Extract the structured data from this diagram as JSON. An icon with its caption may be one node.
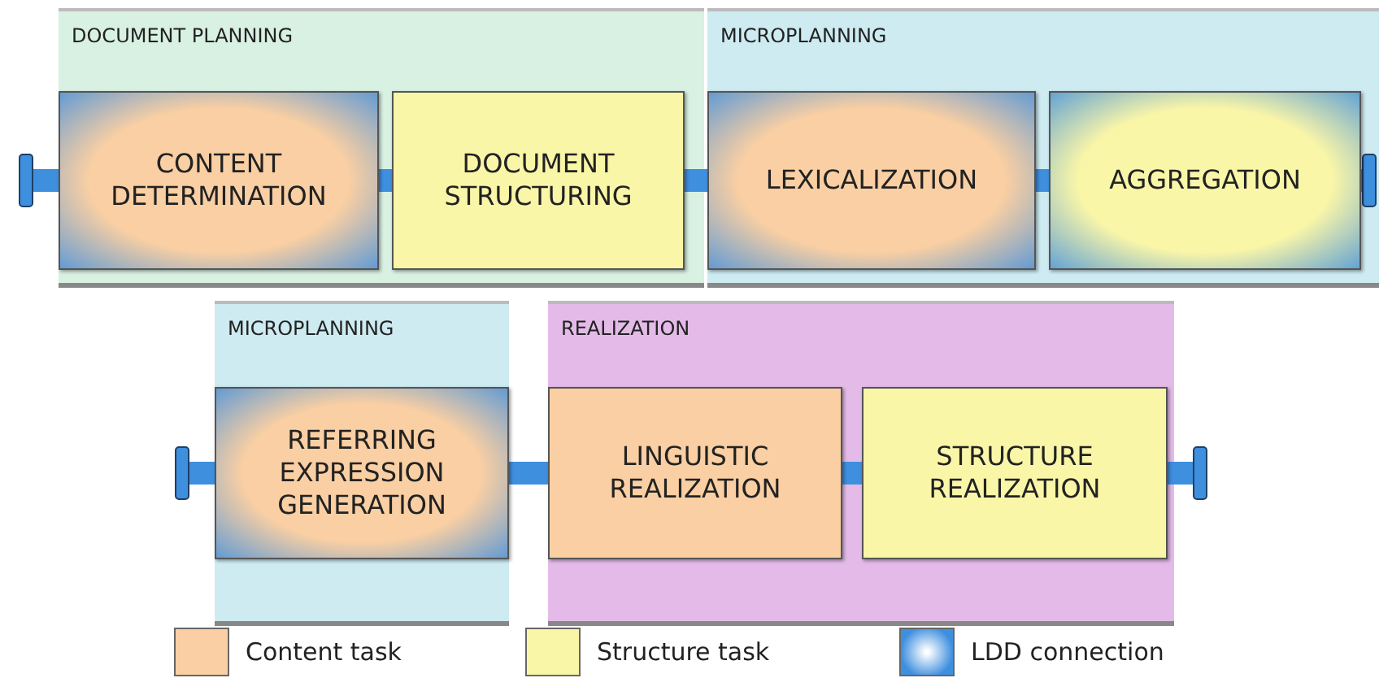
{
  "diagram": {
    "nodes": [
      {
        "text": [
          "DOCUMENT PLANNING"
        ]
      },
      {
        "text": [
          "CONTENT DETERMINATION"
        ],
        "in": 0
      },
      {
        "text": [
          "DOCUMENT STRUCTURING"
        ],
        "in": 0
      },
      {
        "text": [
          "MICROPLANNING"
        ]
      },
      {
        "text": [
          "LEXICALIZATION"
        ],
        "in": 3
      },
      {
        "text": [
          "AGGREGATION"
        ],
        "in": 3
      },
      {
        "text": [
          "MICROPLANNING"
        ]
      },
      {
        "text": [
          "REFERRING EXPRESSION GENERATION"
        ],
        "in": 6
      },
      {
        "text": [
          "REALIZATION"
        ]
      },
      {
        "text": [
          "LINGUISTIC REALIZATION"
        ],
        "in": 8
      },
      {
        "text": [
          "STRUCTURE REALIZATION"
        ],
        "in": 8
      }
    ],
    "edges": [
      {
        "from": null,
        "to": 1,
        "arrow": "other"
      },
      {
        "from": 1,
        "to": 2,
        "arrow": "none"
      },
      {
        "from": 2,
        "to": 4,
        "arrow": "none"
      },
      {
        "from": 4,
        "to": 5,
        "arrow": "none"
      },
      {
        "from": 5,
        "to": null,
        "arrow": "other"
      },
      {
        "from": null,
        "to": 7,
        "arrow": "other"
      },
      {
        "from": 7,
        "to": 9,
        "arrow": "none"
      },
      {
        "from": 9,
        "to": 10,
        "arrow": "none"
      },
      {
        "from": 10,
        "to": null,
        "arrow": "other"
      }
    ],
    "legend": [
      {
        "text": "Content task",
        "color": "#f9cfa3"
      },
      {
        "text": "Structure task",
        "color": "#faf6a8"
      },
      {
        "text": "LDD connection",
        "color": "#3f8fdf"
      }
    ]
  }
}
